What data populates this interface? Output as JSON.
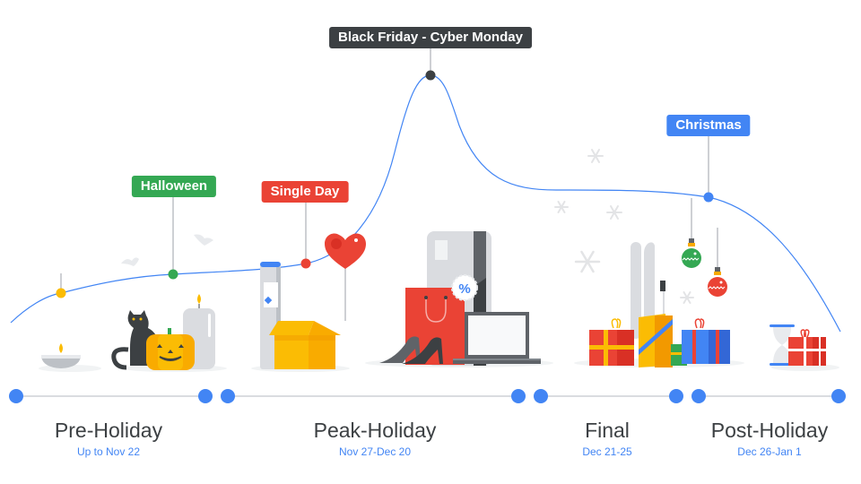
{
  "events": [
    {
      "label": "Black Friday - Cyber Monday",
      "color": "#3c4043"
    },
    {
      "label": "Halloween",
      "color": "#34a853"
    },
    {
      "label": "Single Day",
      "color": "#ea4335"
    },
    {
      "label": "Christmas",
      "color": "#4285f4"
    }
  ],
  "phases": [
    {
      "name": "Pre-Holiday",
      "range": "Up to Nov 22"
    },
    {
      "name": "Peak-Holiday",
      "range": "Nov 27-Dec 20"
    },
    {
      "name": "Final",
      "range": "Dec 21-25"
    },
    {
      "name": "Post-Holiday",
      "range": "Dec 26-Jan 1"
    }
  ],
  "colors": {
    "curve": "#4285f4",
    "timeline_dot": "#4285f4",
    "timeline_line": "#dadce0",
    "pre_holiday_marker": "#fbbc04",
    "halloween_marker": "#34a853",
    "single_day_marker": "#ea4335",
    "black_friday_marker": "#3c4043",
    "christmas_marker": "#4285f4"
  },
  "illustrations": {
    "pre_holiday": [
      "candle-bowl",
      "black-cat",
      "jack-o-lantern",
      "pillar-candle",
      "bats"
    ],
    "peak_holiday": [
      "rolled-poster",
      "cardboard-box",
      "heart-balloon",
      "credit-card",
      "discount-badge",
      "shopping-bag",
      "high-heels",
      "laptop"
    ],
    "final": [
      "skis",
      "ornaments",
      "gift-boxes",
      "snowflakes"
    ],
    "post_holiday": [
      "hourglass",
      "gift-box"
    ]
  },
  "badge": {
    "discount_symbol": "%"
  }
}
